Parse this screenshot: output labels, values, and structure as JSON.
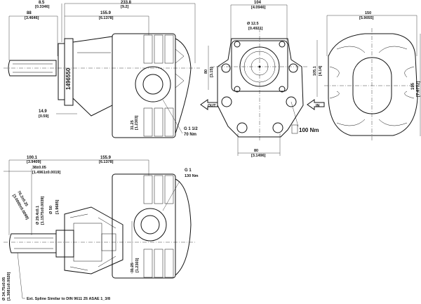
{
  "side_view": {
    "dim_flange": "8.5",
    "dim_flange_in": "[0.3346]",
    "dim_total": "233.8",
    "dim_total_in": "[9.2]",
    "dim_shaft": "88",
    "dim_shaft_in": "[3.4646]",
    "dim_body": "155.9",
    "dim_body_in": "[6.1378]",
    "dim_small": "14.9",
    "dim_small_in": "[0.59]",
    "part_number": "1496550",
    "dim_height": "31.25",
    "dim_height_in": "[1.2303]",
    "port": "G 1 1/2",
    "torque": "70 Nm"
  },
  "front_view": {
    "dim_width": "104",
    "dim_width_in": "[4.0946]",
    "dim_hole": "Ø 12.5",
    "dim_hole_in": "[0.4921]",
    "dim_left": "80",
    "dim_left_in": "[3.15]",
    "dim_right": "105.1",
    "dim_right_in": "[4.14]",
    "out_label": "OUT",
    "in_label": "IN",
    "torque": "100 Nm",
    "dim_bottom": "80",
    "dim_bottom_in": "[3.1496]"
  },
  "rear_view": {
    "dim_width": "150",
    "dim_width_in": "[5.9055]",
    "dim_height": "195",
    "dim_height_in": "[7.6772]"
  },
  "section_view": {
    "dim_total": "100.1",
    "dim_total_in": "[3.9409]",
    "dim_tol": "38±0.05",
    "dim_tol_in": "[1.4961±0.0019]",
    "dim_body": "155.9",
    "dim_body_in": "[6.1378]",
    "port": "G 1",
    "torque": "130 Nm",
    "dim_spline": "76.2±0.25",
    "dim_spline_in": "[3.0000±0.0098]",
    "dim_bore": "Ø 29.4±0.1",
    "dim_bore_in": "[1.1575±0.0039]",
    "dim_pilot": "Ø 50",
    "dim_pilot_in": "[1.9685]",
    "dim_shaft": "Ø 34.75±0.05",
    "dim_shaft_in": "[1.3681±0.0020]",
    "dim_height": "31.25",
    "dim_height_in": "[1.2303]",
    "note": "Ext. Spline Similar to DIN 9611 Z6 ASAE 1_3/8"
  }
}
